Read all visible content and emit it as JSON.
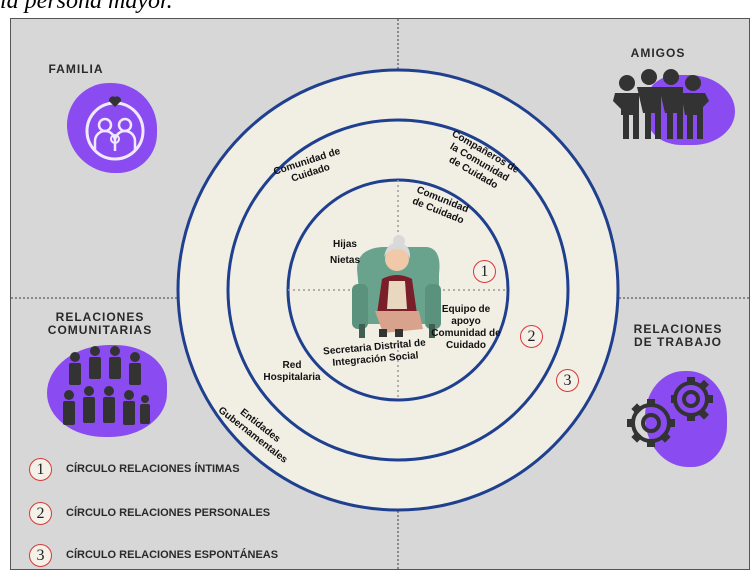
{
  "caption": "la persona mayor.",
  "quadrants": {
    "familia": "FAMILIA",
    "amigos": "AMIGOS",
    "relaciones_comunitarias": "RELACIONES COMUNITARIAS",
    "relaciones_trabajo": "RELACIONES DE TRABAJO"
  },
  "circles": {
    "inner": {
      "number": "1",
      "hijas": "Hijas",
      "nietas": "Nietas",
      "comunidad": "Comunidad de Cuidado",
      "equipo": "Equipo de apoyo Comunidad de Cuidado",
      "secretaria": "Secretaria Distrital de Integración Social"
    },
    "middle": {
      "number": "2",
      "comunidad": "Comunidad de Cuidado",
      "companeros": "Compañeros de la Comunidad de Cuidado",
      "red": "Red Hospitalaria"
    },
    "outer": {
      "number": "3",
      "entidades": "Entidades Gubernamentales"
    }
  },
  "legend": [
    {
      "number": "1",
      "label": "CÍRCULO RELACIONES ÍNTIMAS"
    },
    {
      "number": "2",
      "label": "CÍRCULO RELACIONES PERSONALES"
    },
    {
      "number": "3",
      "label": "CÍRCULO RELACIONES ESPONTÁNEAS"
    }
  ],
  "colors": {
    "ring": "#1f3f8f",
    "ring_fill": "#f1eee4",
    "blob": "#8a4cf0",
    "icon": "#333333",
    "number_border": "#d43a3a"
  }
}
